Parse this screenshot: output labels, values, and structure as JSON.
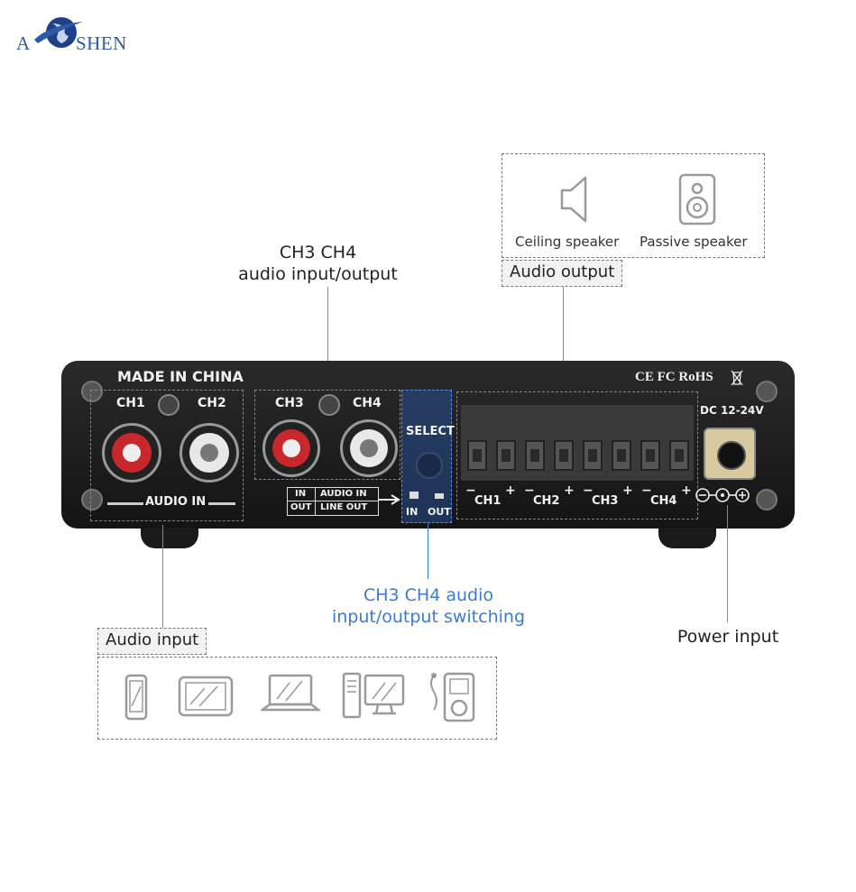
{
  "brand": {
    "left": "A",
    "right": "SHEN"
  },
  "labels": {
    "ch34_io": [
      "CH3 CH4",
      "audio input/output"
    ],
    "audio_output": "Audio output",
    "ceiling_speaker": "Ceiling speaker",
    "passive_speaker": "Passive speaker",
    "ch34_switching": [
      "CH3 CH4 audio",
      "input/output switching"
    ],
    "audio_input": "Audio input",
    "power_input": "Power input"
  },
  "device": {
    "made_in": "MADE IN CHINA",
    "certs": "CE FC RoHS",
    "ch1": "CH1",
    "ch2": "CH2",
    "ch3": "CH3",
    "ch4": "CH4",
    "audio_in": "AUDIO IN",
    "select": "SELECT",
    "in_label": "IN",
    "out_label": "OUT",
    "mode_in": "IN",
    "mode_out": "OUT",
    "mode_audio_in": "AUDIO IN",
    "mode_line_out": "LINE OUT",
    "dc": "DC 12-24V",
    "terminals": [
      "CH1",
      "CH2",
      "CH3",
      "CH4"
    ]
  },
  "icons": {
    "output": [
      "speaker-icon",
      "passive-speaker-icon"
    ],
    "input": [
      "phone-icon",
      "tablet-icon",
      "laptop-icon",
      "desktop-icon",
      "mp3-player-icon"
    ]
  },
  "colors": {
    "accent_blue": "#3a7bd5",
    "device_body": "#1c1c1c",
    "rca_red": "#c8282c",
    "rca_white": "#e8e8e8"
  }
}
